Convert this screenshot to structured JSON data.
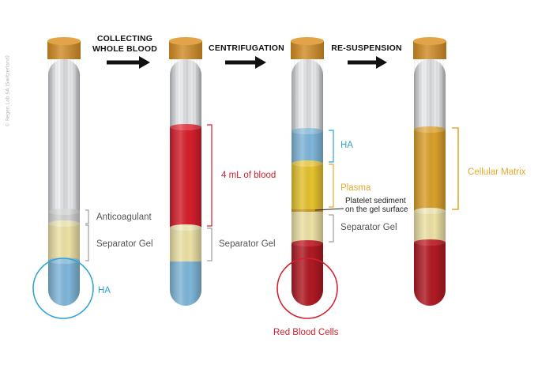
{
  "copyright": "© Regen Lab SA (Switzerland)",
  "steps": {
    "collecting": [
      "COLLECTING",
      "WHOLE BLOOD"
    ],
    "centrifugation": "CENTRIFUGATION",
    "resuspension": "RE-SUSPENSION"
  },
  "labels": {
    "anticoagulant": "Anticoagulant",
    "separator_gel_1": "Separator Gel",
    "ha_1": "HA",
    "blood_volume": "4 mL of blood",
    "separator_gel_2": "Separator Gel",
    "ha_3": "HA",
    "plasma": "Plasma",
    "platelet_sediment": [
      "Platelet sediment",
      "on the gel surface"
    ],
    "separator_gel_3": "Separator Gel",
    "red_blood_cells": "Red Blood Cells",
    "cellular_matrix": "Cellular Matrix"
  },
  "colors": {
    "cap": "#d08a22",
    "ha": "#7fb6d9",
    "gel": "#ece1a5",
    "blood": "#d61f2c",
    "plasma": "#e5c22e",
    "rbc": "#b01a24",
    "matrix": "#d9a02c",
    "anticoagulant": "#d0d0d0",
    "blue_accent": "#2ea3d2",
    "red_accent": "#d51f2f",
    "yellow_accent": "#e8a92a"
  }
}
